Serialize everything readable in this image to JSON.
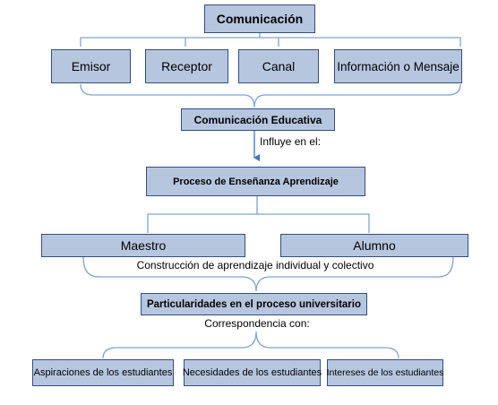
{
  "diagram": {
    "top": {
      "title": "Comunicación"
    },
    "elements": [
      {
        "label": "Emisor"
      },
      {
        "label": "Receptor"
      },
      {
        "label": "Canal"
      },
      {
        "label": "Información o Mensaje"
      }
    ],
    "educativa": {
      "title": "Comunicación Educativa"
    },
    "influye_label": "Influye en el:",
    "proceso": {
      "title": "Proceso de Enseñanza Aprendizaje"
    },
    "roles": [
      {
        "label": "Maestro"
      },
      {
        "label": "Alumno"
      }
    ],
    "construccion_label": "Construcción de aprendizaje individual y colectivo",
    "particularidades": {
      "title": "Particularidades en el proceso universitario"
    },
    "correspondencia_label": "Correspondencia con:",
    "bottom_items": [
      {
        "label": "Aspiraciones de los estudiantes"
      },
      {
        "label": "Necesidades de los estudiantes"
      },
      {
        "label": "Intereses de los estudiantes"
      }
    ],
    "colors": {
      "box_fill": "#b7c6df",
      "box_border": "#2f4f7f",
      "line": "#7fa3cf",
      "arrow": "#4472c4"
    }
  }
}
